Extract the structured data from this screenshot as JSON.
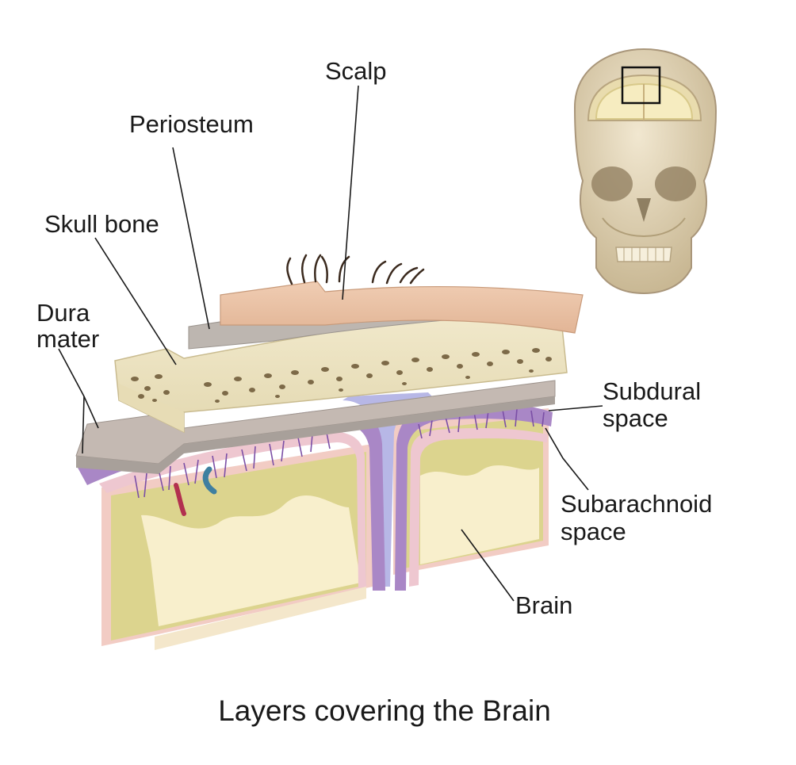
{
  "labels": {
    "scalp": "Scalp",
    "periosteum": "Periosteum",
    "skull_bone": "Skull bone",
    "dura_line1": "Dura",
    "dura_line2": "mater",
    "subdural_line1": "Subdural",
    "subdural_line2": "space",
    "subarachnoid_line1": "Subarachnoid",
    "subarachnoid_line2": "space",
    "brain": "Brain"
  },
  "caption": "Layers covering the Brain",
  "colors": {
    "scalp": "#e9c3a7",
    "periosteum": "#bdb6b0",
    "bone": "#ece3c0",
    "bone_pores": "#7d6a48",
    "dura": "#c4b9b2",
    "arachnoid": "#a987c6",
    "pia": "#eec7d0",
    "gray_matter": "#dcd48e",
    "white_matter": "#f8efcc",
    "csf": "#b7b7e6",
    "skull": "#e6d9bf"
  }
}
